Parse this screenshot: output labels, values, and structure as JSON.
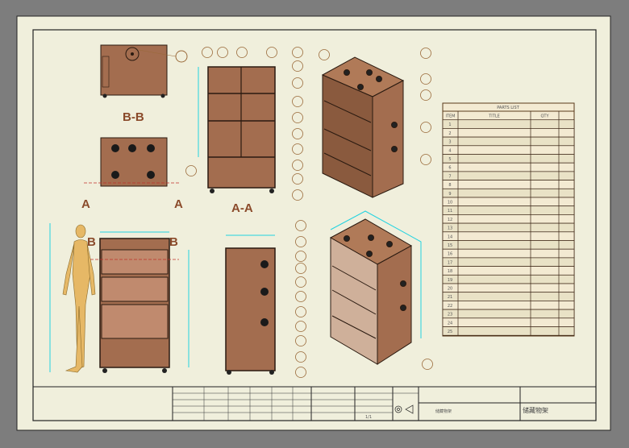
{
  "views": {
    "section_bb": "B-B",
    "section_aa": "A-A",
    "cut_a_left": "A",
    "cut_a_right": "A",
    "cut_b_left": "B",
    "cut_b_right": "B"
  },
  "parts_list": {
    "title": "PARTS LIST",
    "columns": [
      "ITEM",
      "TITLE",
      "QTY",
      ""
    ],
    "items": [
      "1",
      "2",
      "3",
      "4",
      "5",
      "6",
      "7",
      "8",
      "9",
      "10",
      "11",
      "12",
      "13",
      "14",
      "15",
      "16",
      "17",
      "18",
      "19",
      "20",
      "21",
      "22",
      "23",
      "24",
      "25"
    ]
  },
  "title_block": {
    "sheet": "1/1",
    "drawing_name": "储藏物架",
    "colors": {
      "sheet": "#f0efdc",
      "wood": "#a36d4f",
      "dimension": "#22d3e0",
      "line": "#3a2414"
    }
  }
}
